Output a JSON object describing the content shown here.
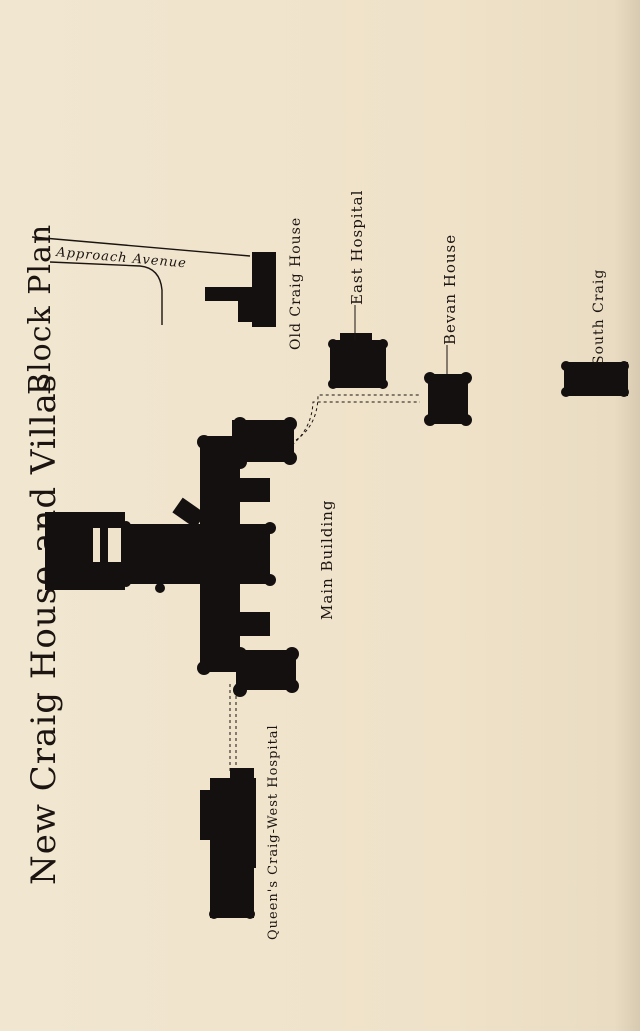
{
  "title": "New Craig House and Villas",
  "subtitle": "Block Plan",
  "road_label": "Approach Avenue",
  "buildings": {
    "old_craig": "Old Craig House",
    "east_hospital": "East Hospital",
    "bevan": "Bevan House",
    "south_craig": "South Craig",
    "main": "Main Building",
    "queens": "Queen's Craig-West Hospital"
  },
  "colors": {
    "paper": "#efe3cc",
    "ink": "#141010"
  }
}
